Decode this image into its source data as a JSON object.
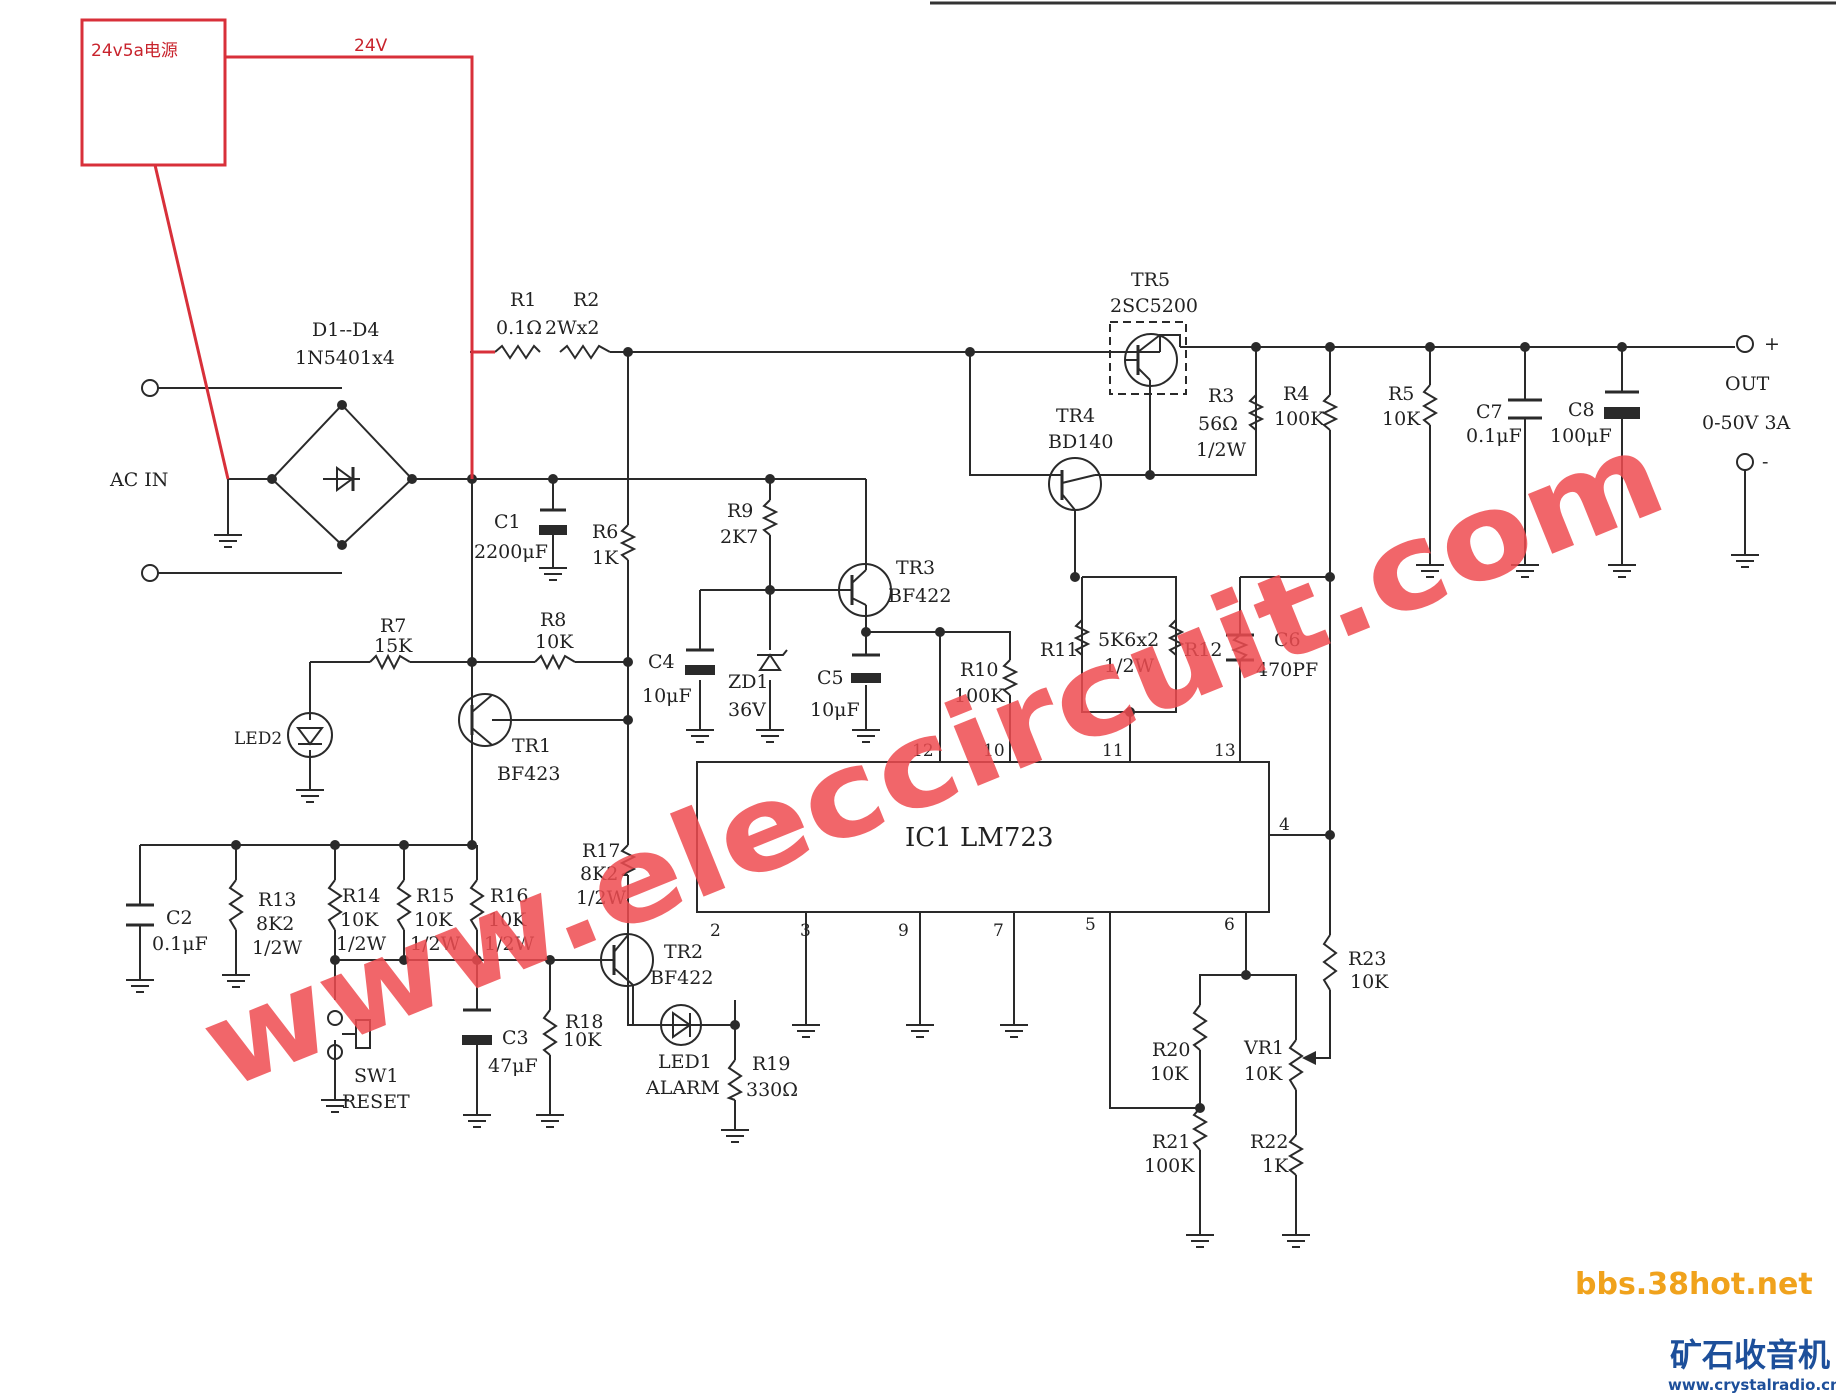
{
  "annotation": {
    "box_label": "24v5a电源",
    "wire_label": "24V",
    "color": "#d8303a"
  },
  "watermark": {
    "main": "www.eleccircuit.com",
    "site": "bbs.38hot.net",
    "brand_cn": "矿石收音机",
    "brand_url": "www.crystalradio.cn"
  },
  "components": {
    "d1d4": [
      "D1--D4",
      "1N5401x4"
    ],
    "ac_in": "AC  IN",
    "r1": [
      "R1",
      "0.1Ω"
    ],
    "r2": [
      "R2",
      "2Wx2"
    ],
    "c1": [
      "C1",
      "2200μF"
    ],
    "r6": [
      "R6",
      "1K"
    ],
    "r9": [
      "R9",
      "2K7"
    ],
    "tr3": [
      "TR3",
      "BF422"
    ],
    "tr5": [
      "TR5",
      "2SC5200"
    ],
    "r3": [
      "R3",
      "56Ω",
      "1/2W"
    ],
    "tr4": [
      "TR4",
      "BD140"
    ],
    "r4": [
      "R4",
      "100K"
    ],
    "r5": [
      "R5",
      "10K"
    ],
    "c7": [
      "C7",
      "0.1μF"
    ],
    "c8": [
      "C8",
      "100μF"
    ],
    "out": [
      "OUT",
      "0-50V  3A"
    ],
    "r7": [
      "R7",
      "15K"
    ],
    "r8": [
      "R8",
      "10K"
    ],
    "c4": [
      "C4",
      "10μF"
    ],
    "zd1": [
      "ZD1",
      "36V"
    ],
    "c5": [
      "C5",
      "10μF"
    ],
    "r10": [
      "R10",
      "100K"
    ],
    "r11": "R11",
    "r11r12": [
      "5K6x2",
      "1/2W"
    ],
    "r12": "R12",
    "c6": [
      "C6",
      "470PF"
    ],
    "led2": "LED2",
    "tr1": [
      "TR1",
      "BF423"
    ],
    "ic1": "IC1  LM723",
    "pins": [
      "12",
      "10",
      "11",
      "13",
      "4",
      "2",
      "3",
      "9",
      "7",
      "5",
      "6"
    ],
    "r17": [
      "R17",
      "8K2",
      "1/2W"
    ],
    "c2": [
      "C2",
      "0.1μF"
    ],
    "r13": [
      "R13",
      "8K2",
      "1/2W"
    ],
    "r14": [
      "R14",
      "10K",
      "1/2W"
    ],
    "r15": [
      "R15",
      "10K",
      "1/2W"
    ],
    "r16": [
      "R16",
      "10K",
      "1/2W"
    ],
    "tr2": [
      "TR2",
      "BF422"
    ],
    "r18": [
      "R18",
      "10K"
    ],
    "c3": [
      "C3",
      "47μF"
    ],
    "sw1": [
      "SW1",
      "RESET"
    ],
    "led1": [
      "LED1",
      "ALARM"
    ],
    "r19": [
      "R19",
      "330Ω"
    ],
    "r23": [
      "R23",
      "10K"
    ],
    "r20": [
      "R20",
      "10K"
    ],
    "vr1": [
      "VR1",
      "10K"
    ],
    "r21": [
      "R21",
      "100K"
    ],
    "r22": [
      "R22",
      "1K"
    ]
  }
}
